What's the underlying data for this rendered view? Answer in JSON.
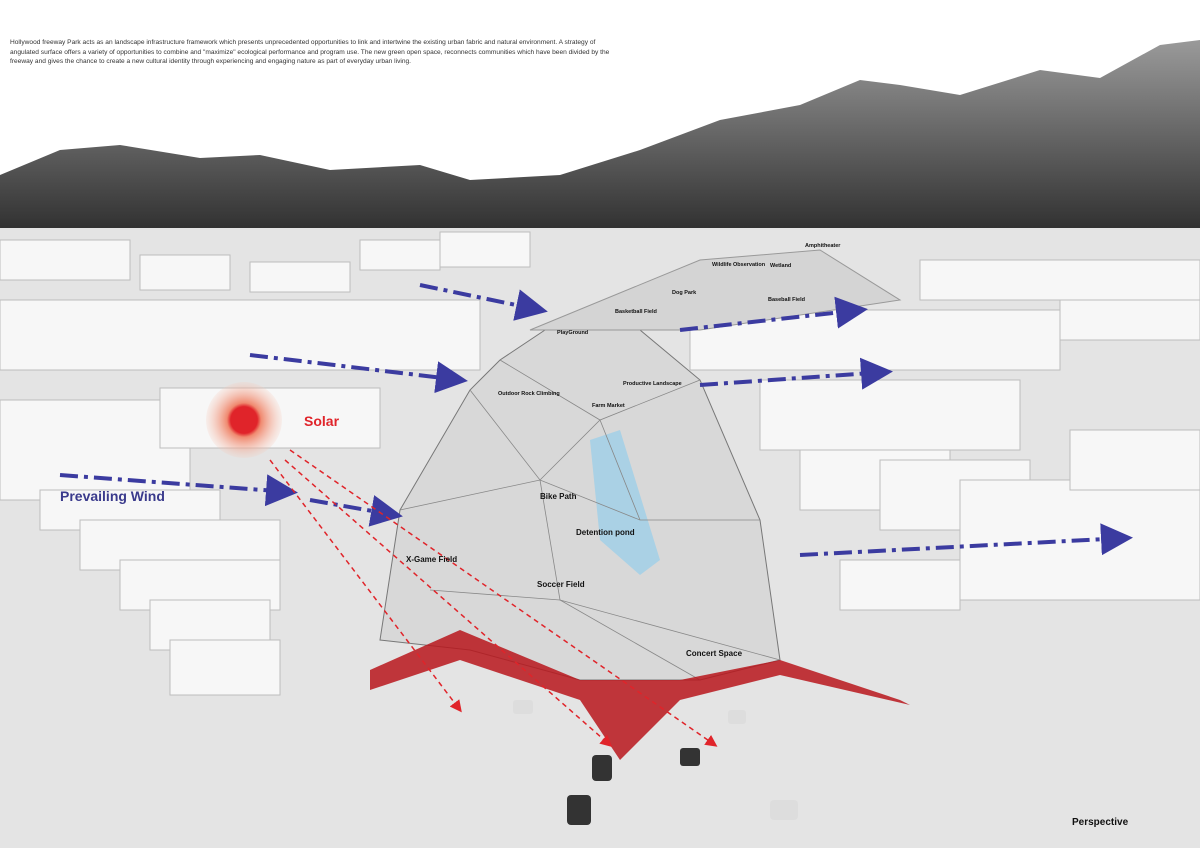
{
  "description": "Hollywood freeway Park acts as an landscape infrastructure framework which presents unprecedented opportunities to link and intertwine the existing urban fabric and natural environment. A strategy of angulated surface offers a variety of opportunities to combine and \"maximize\" ecological performance and program use. The new green open space, reconnects communities which have been divided by the freeway and gives the chance to create a new cultural identity through experiencing and engaging nature as part of everyday urban living.",
  "labels": {
    "amphitheater": "Amphitheater",
    "wildlife": "Wildlife Observation",
    "wetland": "Wetland",
    "dog_park": "Dog Park",
    "baseball": "Baseball Field",
    "basketball": "Basketball Field",
    "playground": "PlayGround",
    "productive": "Productive Landscape",
    "rock": "Outdoor Rock Climbing",
    "farm": "Farm Market",
    "bike": "Bike Path",
    "pond": "Detention pond",
    "xgame": "X-Game Field",
    "soccer": "Soccer Field",
    "concert": "Concert Space",
    "solar": "Solar",
    "wind": "Prevailing Wind"
  },
  "caption": "Perspective",
  "colors": {
    "solar": "#e0242a",
    "wind_arrow": "#3b3ba0",
    "structure": "#b8161c",
    "water": "#9fd0e8"
  }
}
